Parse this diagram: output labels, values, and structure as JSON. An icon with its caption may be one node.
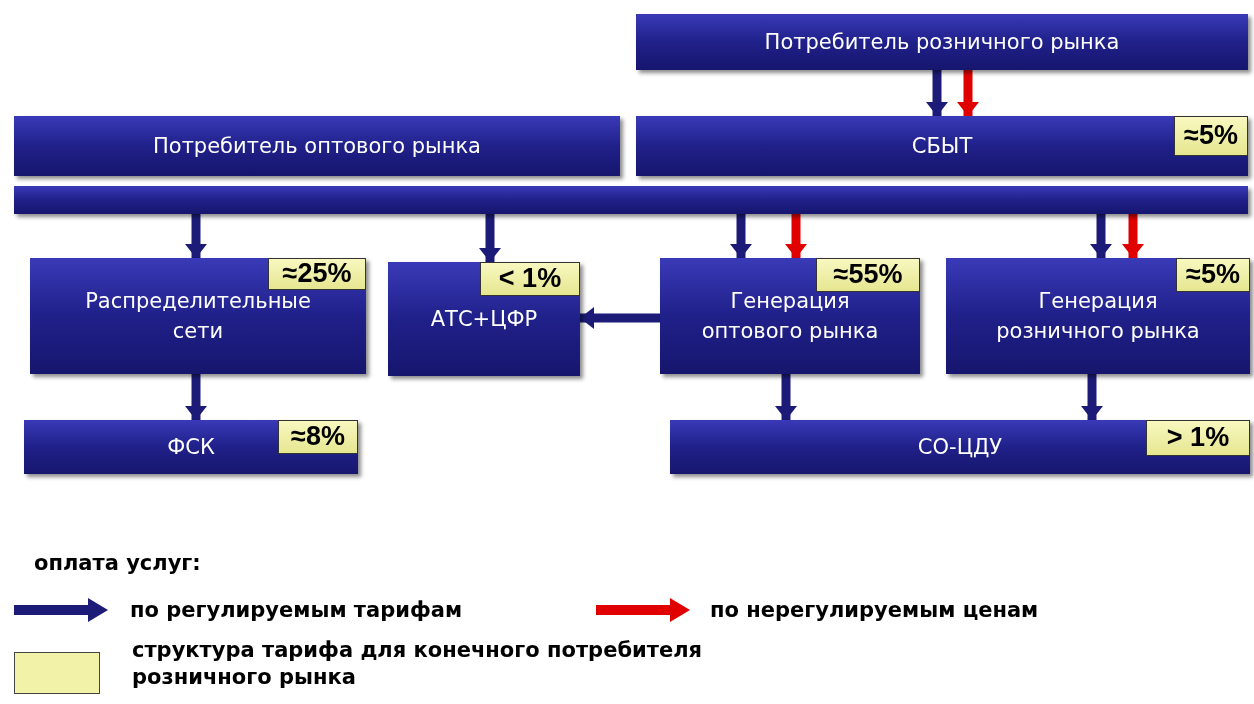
{
  "diagram": {
    "nodes": [
      {
        "text": [
          "Потребитель розничного рынка"
        ]
      },
      {
        "text": [
          "Потребитель оптового рынка"
        ]
      },
      {
        "text": [
          "СБЫТ"
        ]
      },
      {
        "text": [
          "≈5%"
        ],
        "in": 2
      },
      {
        "text": [],
        "shape": "bar"
      },
      {
        "text": [
          "Распределительные сети"
        ]
      },
      {
        "text": [
          "≈25%"
        ],
        "in": 5
      },
      {
        "text": [
          "АТС+ЦФР"
        ]
      },
      {
        "text": [
          "< 1%"
        ],
        "in": 7
      },
      {
        "text": [
          "Генерация оптового рынка"
        ]
      },
      {
        "text": [
          "≈55%"
        ],
        "in": 9
      },
      {
        "text": [
          "Генерация розничного рынка"
        ]
      },
      {
        "text": [
          "≈5%"
        ],
        "in": 11
      },
      {
        "text": [
          "ФСК"
        ]
      },
      {
        "text": [
          "≈8%"
        ],
        "in": 13
      },
      {
        "text": [
          "СО-ЦДУ"
        ]
      },
      {
        "text": [
          "> 1%"
        ],
        "in": 15
      }
    ],
    "edges": [
      {
        "from": 0,
        "to": 2,
        "arrow": "to"
      },
      {
        "from": 0,
        "to": 2,
        "arrow": "to",
        "color": "#e00000"
      },
      {
        "from": 4,
        "to": 5,
        "arrow": "to"
      },
      {
        "from": 4,
        "to": 7,
        "arrow": "to"
      },
      {
        "from": 4,
        "to": 9,
        "arrow": "to"
      },
      {
        "from": 4,
        "to": 9,
        "arrow": "to",
        "color": "#e00000"
      },
      {
        "from": 4,
        "to": 11,
        "arrow": "to"
      },
      {
        "from": 4,
        "to": 11,
        "arrow": "to",
        "color": "#e00000"
      },
      {
        "from": 9,
        "to": 7,
        "arrow": "to"
      },
      {
        "from": 5,
        "to": 13,
        "arrow": "to"
      },
      {
        "from": 9,
        "to": 15,
        "arrow": "to"
      },
      {
        "from": 11,
        "to": 15,
        "arrow": "to"
      }
    ],
    "labels": [
      "оплата услуг:"
    ],
    "legend": [
      {
        "text": "по регулируемым тарифам"
      },
      {
        "text": "по нерегулируемым ценам"
      },
      {
        "text": "структура тарифа для конечного потребителя розничного рынка",
        "color": "#f2f2a8"
      }
    ]
  }
}
